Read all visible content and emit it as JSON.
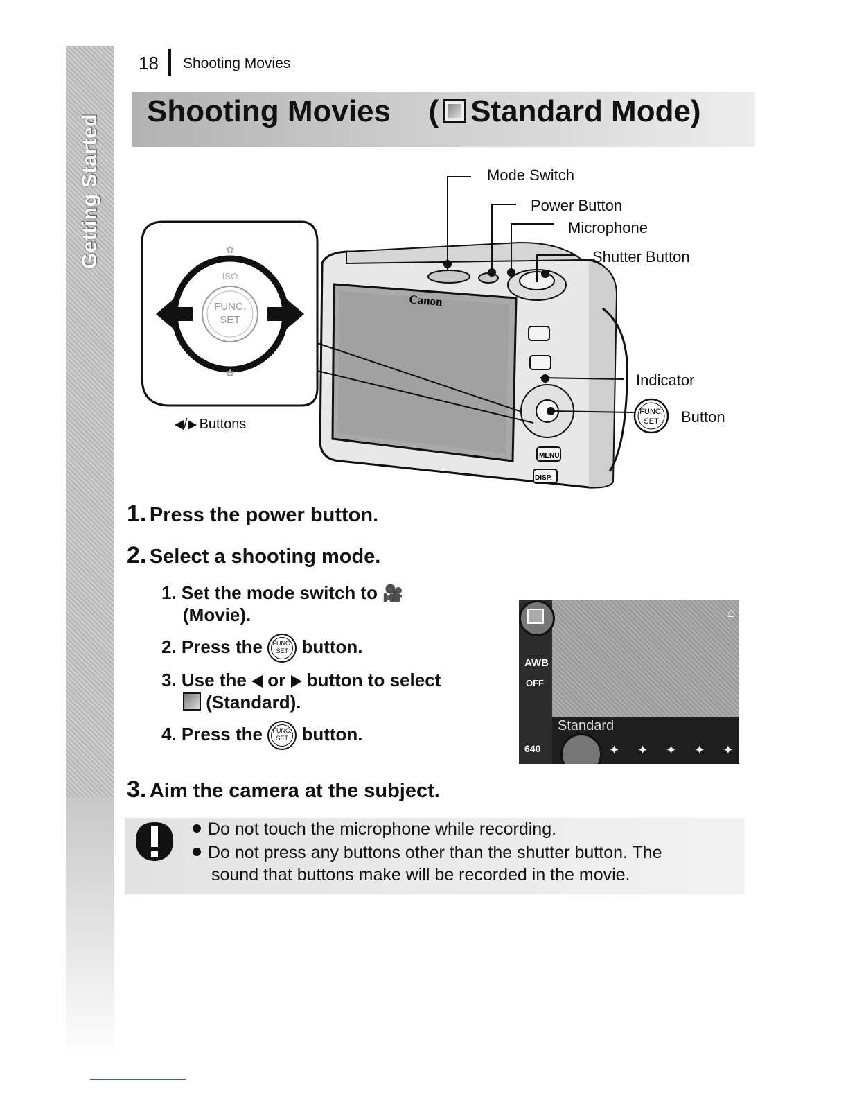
{
  "side_tab": {
    "label": "Getting Started"
  },
  "header": {
    "page_number": "18",
    "running_title": "Shooting Movies"
  },
  "title": {
    "main": "Shooting Movies",
    "paren_open": "(",
    "mode": "Standard Mode)"
  },
  "figure": {
    "callouts": {
      "mode_switch": "Mode Switch",
      "power_button": "Power Button",
      "microphone": "Microphone",
      "shutter_button": "Shutter Button",
      "indicator": "Indicator",
      "func_button": "Button",
      "lr_buttons": "Buttons"
    },
    "camera_brand": "Canon",
    "dial_labels": {
      "center_top": "FUNC.",
      "center_bottom": "SET",
      "up": "ISO"
    },
    "side_buttons": [
      "MENU",
      "DISP."
    ],
    "func_icon": {
      "top": "FUNC.",
      "bottom": "SET"
    }
  },
  "steps": [
    {
      "number": "1.",
      "text": "Press the power button."
    },
    {
      "number": "2.",
      "text": "Select a shooting mode."
    },
    {
      "number": "3.",
      "text": "Aim the camera at the subject."
    }
  ],
  "substeps": {
    "s1_a": "1. Set the mode switch to",
    "s1_b": "(Movie).",
    "s2_a": "2. Press the",
    "s2_b": "button.",
    "s3_a": "3. Use the",
    "s3_or": "or",
    "s3_b": "button to select",
    "s3_c": "(Standard).",
    "s4_a": "4. Press the",
    "s4_b": "button."
  },
  "lcd": {
    "menu_labels": [
      "AWB",
      "OFF",
      "640"
    ],
    "mode_label": "Standard"
  },
  "caution": {
    "items": [
      "Do not touch the microphone while recording.",
      "Do not press any buttons other than the shutter button. The",
      "sound that buttons make will be recorded in the movie."
    ]
  }
}
